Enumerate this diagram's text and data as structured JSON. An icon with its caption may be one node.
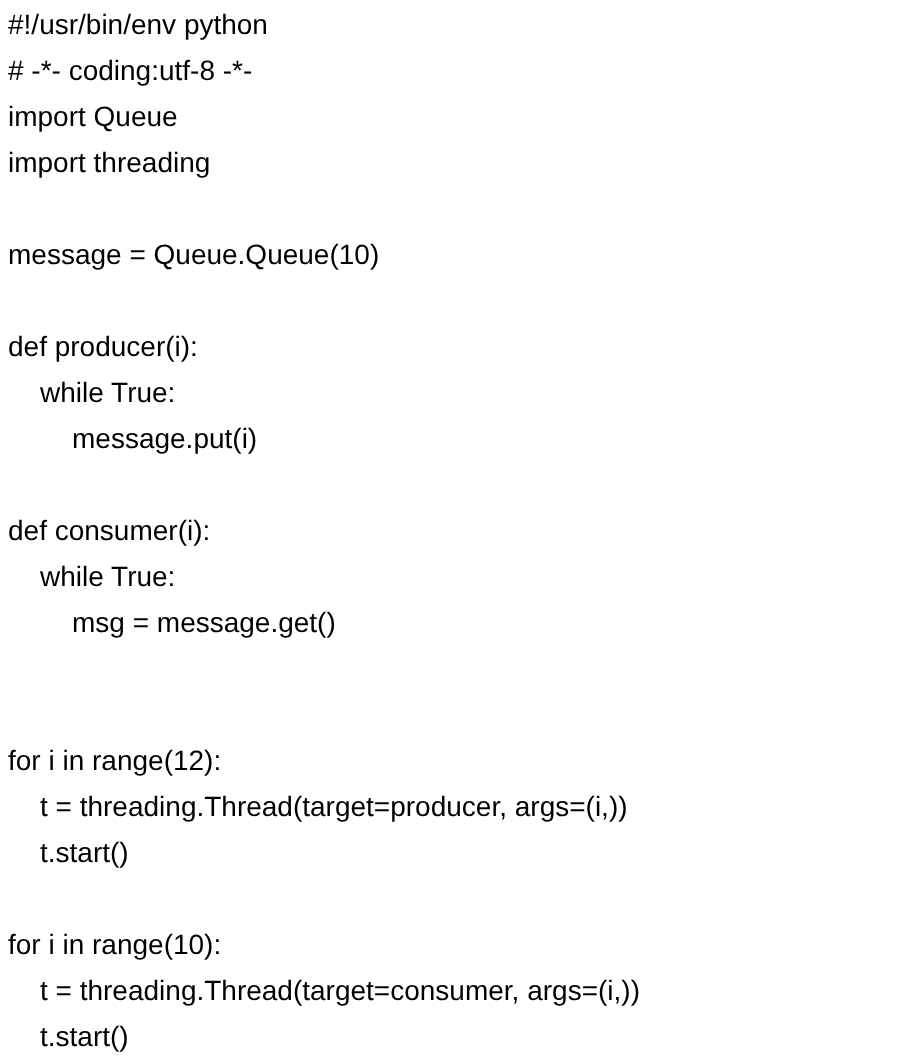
{
  "diagram": {
    "labels": [
      "#!/usr/bin/env python",
      "# -*- coding:utf-8 -*-",
      "import Queue",
      "import threading",
      "message = Queue.Queue(10)",
      "def producer(i):",
      "while True:",
      "message.put(i)",
      "def consumer(i):",
      "while True:",
      "msg = message.get()",
      "for i in range(12):",
      "t = threading.Thread(target=producer, args=(i,))",
      "t.start()",
      "for i in range(10):",
      "t = threading.Thread(target=consumer, args=(i,))",
      "t.start()"
    ]
  }
}
